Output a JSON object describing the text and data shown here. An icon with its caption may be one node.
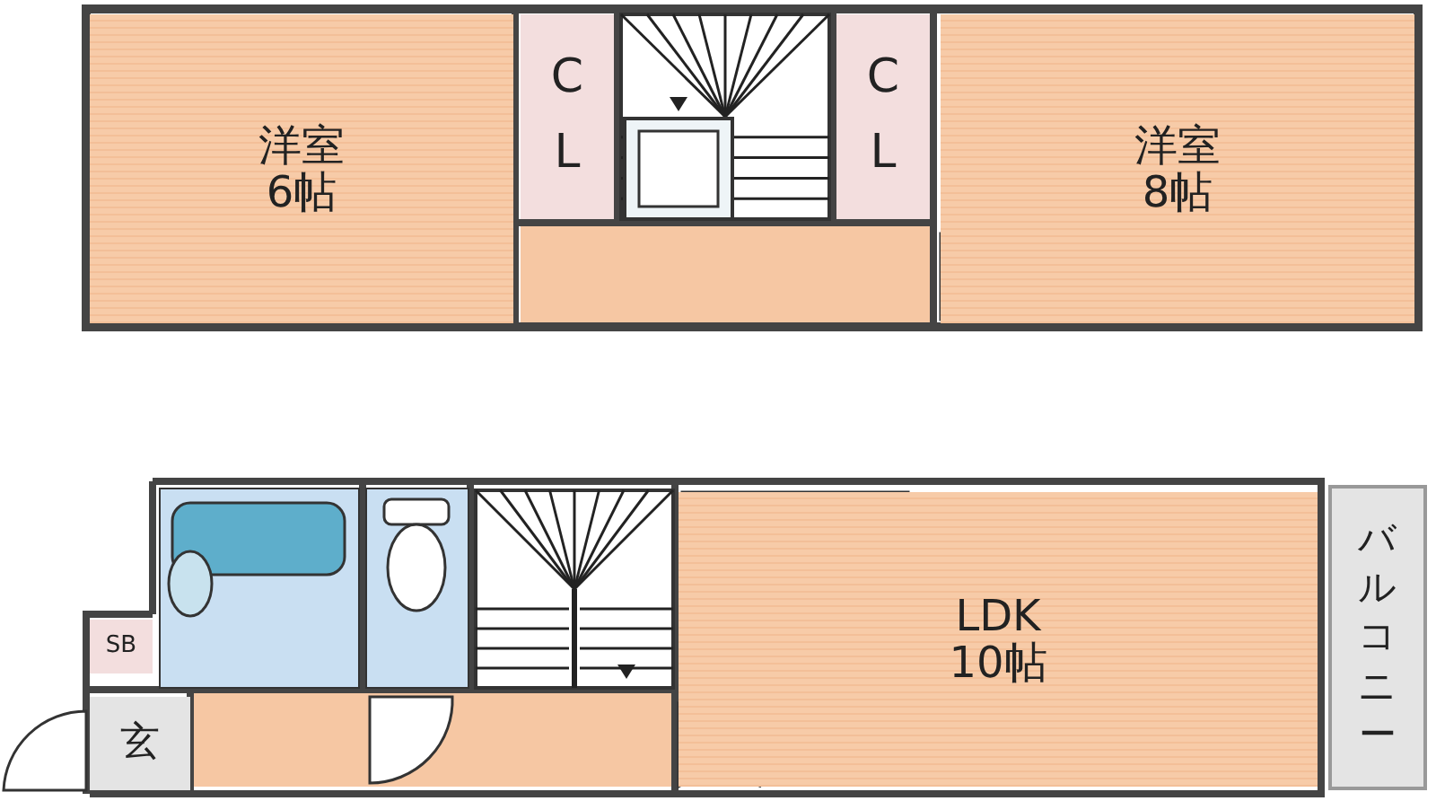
{
  "diagram": {
    "nodes": [
      {
        "text": [
          "洋室",
          "6帖"
        ]
      },
      {
        "text": [
          "CL"
        ]
      },
      {
        "text": [
          "CL"
        ]
      },
      {
        "text": [
          "洋室",
          "8帖"
        ]
      },
      {
        "text": [
          "SB"
        ]
      },
      {
        "text": [
          "玄"
        ]
      },
      {
        "text": [
          "LDK",
          "10帖"
        ]
      },
      {
        "text": [
          "バルコニー"
        ]
      }
    ]
  }
}
